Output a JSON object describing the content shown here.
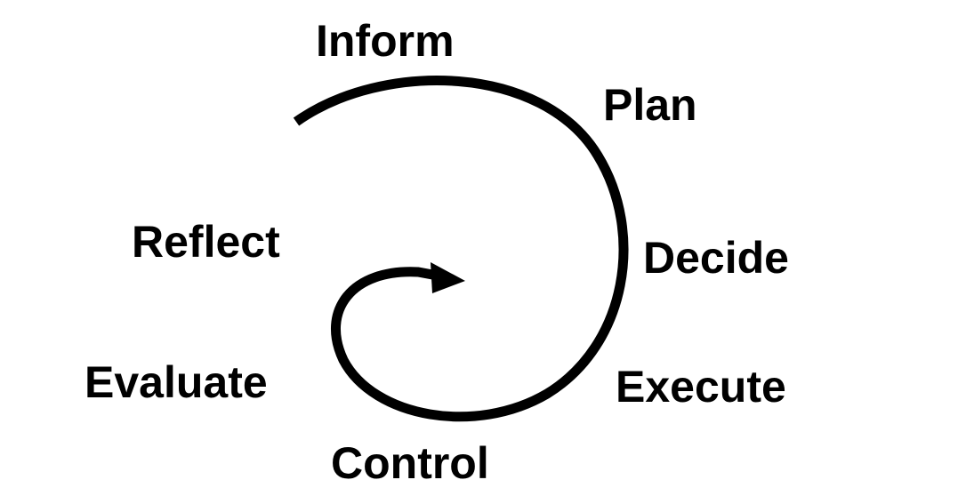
{
  "diagram": {
    "type": "spiral-cycle",
    "stroke_color": "#000000",
    "background": "#ffffff",
    "stages": [
      "Inform",
      "Plan",
      "Decide",
      "Execute",
      "Control",
      "Evaluate",
      "Reflect"
    ]
  }
}
